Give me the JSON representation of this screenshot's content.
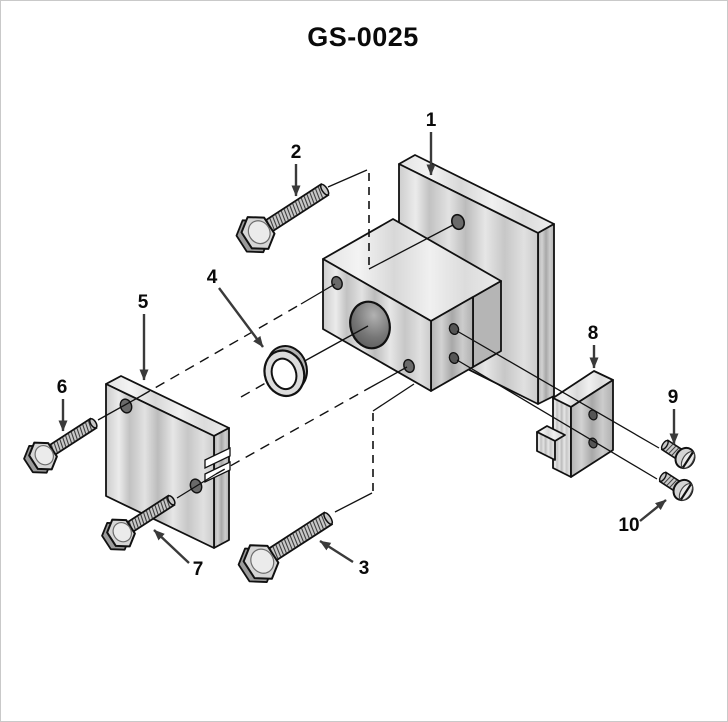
{
  "title": "GS-0025",
  "diagram": {
    "type": "exploded-parts-diagram",
    "colors": {
      "line": "#111111",
      "metal_light": "#d9d9d9",
      "metal_mid": "#c0c0c0",
      "metal_dark": "#9e9e9e",
      "bore": "#5a5a5a",
      "arrow": "#3a3a3a",
      "background": "#ffffff"
    },
    "callouts": [
      {
        "number": "1",
        "part": "main-mounting-block"
      },
      {
        "number": "2",
        "part": "hex-head-bolt-upper"
      },
      {
        "number": "3",
        "part": "hex-head-bolt-lower"
      },
      {
        "number": "4",
        "part": "o-ring"
      },
      {
        "number": "5",
        "part": "cover-plate"
      },
      {
        "number": "6",
        "part": "hex-head-bolt-plate-top"
      },
      {
        "number": "7",
        "part": "hex-head-bolt-plate-bottom"
      },
      {
        "number": "8",
        "part": "keyed-end-plate"
      },
      {
        "number": "9",
        "part": "slotted-screw-upper"
      },
      {
        "number": "10",
        "part": "slotted-screw-lower"
      }
    ]
  }
}
